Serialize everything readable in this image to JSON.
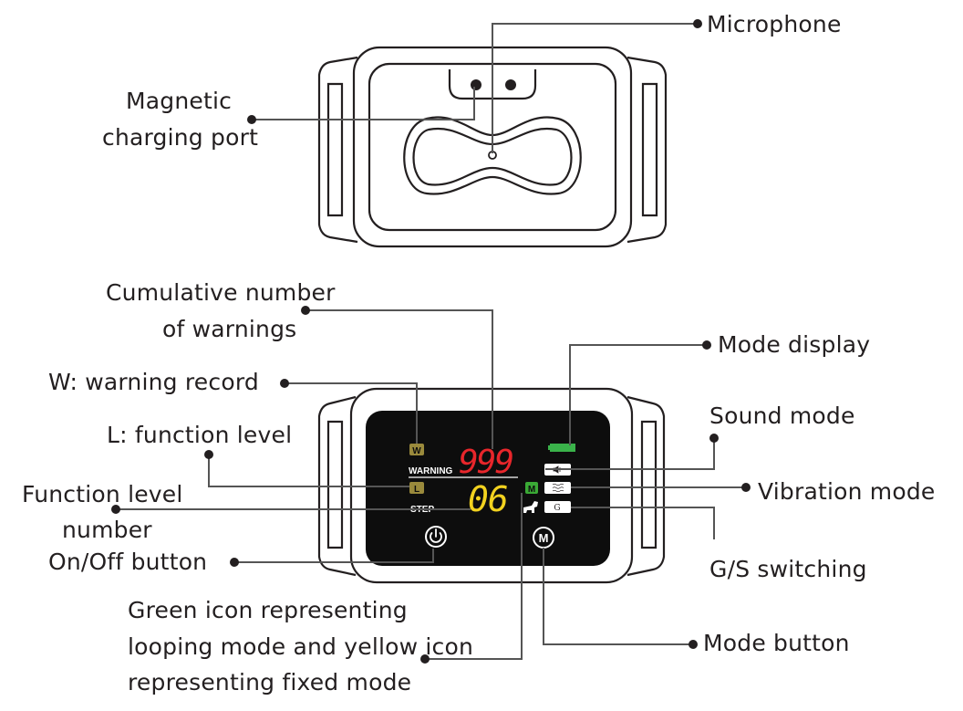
{
  "labels": {
    "microphone": "Microphone",
    "magnetic_1": "Magnetic",
    "magnetic_2": "charging port",
    "cumulative_1": "Cumulative number",
    "cumulative_2": "of warnings",
    "mode_display": "Mode display",
    "w_record": "W: warning record",
    "sound_mode": "Sound mode",
    "l_level": "L: function level",
    "vibration_mode": "Vibration mode",
    "function_level_1": "Function level",
    "function_level_2": "number",
    "onoff": "On/Off button",
    "gs_switching": "G/S switching",
    "green_icon_1": "Green icon representing",
    "green_icon_2": "looping mode and yellow icon",
    "green_icon_3": "representing fixed mode",
    "mode_button": "Mode button"
  },
  "screen": {
    "warning_count": "999",
    "warning_label": "WARNING",
    "step_value": "06",
    "step_label": "STEP",
    "w_badge": "W",
    "l_badge": "L",
    "m_badge": "M",
    "g_key": "G"
  },
  "colors": {
    "ink": "#231f20",
    "screen": "#0d0d0d",
    "warning_red": "#e8262b",
    "step_yellow": "#f2d21f",
    "badge_olive": "#9a8a3c",
    "badge_green": "#3aa935",
    "battery_green": "#3ab24a"
  },
  "icons": [
    "on-off-icon",
    "mode-m-icon",
    "speaker-icon",
    "vibration-icon",
    "dog-icon",
    "battery-icon"
  ]
}
